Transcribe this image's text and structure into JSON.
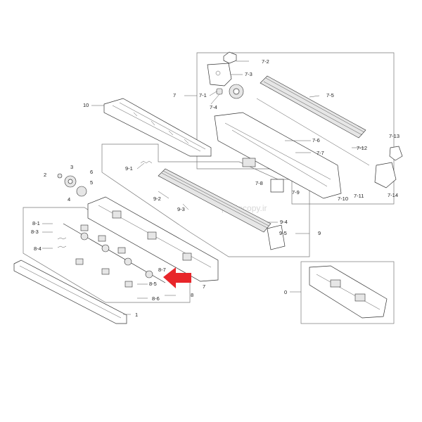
{
  "watermark": "photocopy.ir",
  "arrow_color": "#e8262a",
  "labels": {
    "l0": "0",
    "l1": "1",
    "l2": "2",
    "l3": "3",
    "l4": "4",
    "l5": "5",
    "l6": "6",
    "l7": "7",
    "l8": "8",
    "l9": "9",
    "l10": "10",
    "l7_1": "7-1",
    "l7_2": "7-2",
    "l7_3": "7-3",
    "l7_4": "7-4",
    "l7_5": "7-5",
    "l7_6": "7-6",
    "l7_7": "7-7",
    "l7_8": "7-8",
    "l7_9": "7-9",
    "l7_10": "7-10",
    "l7_11": "7-11",
    "l7_12": "7-12",
    "l7_13": "7-13",
    "l7_14": "7-14",
    "l8_1": "8-1",
    "l8_3": "8-3",
    "l8_4": "8-4",
    "l8_5": "8-5",
    "l8_6": "8-6",
    "l8_7": "8-7",
    "l9_1": "9-1",
    "l9_2": "9-2",
    "l9_3": "9-3",
    "l9_4": "9-4",
    "l9_5": "9-5"
  }
}
